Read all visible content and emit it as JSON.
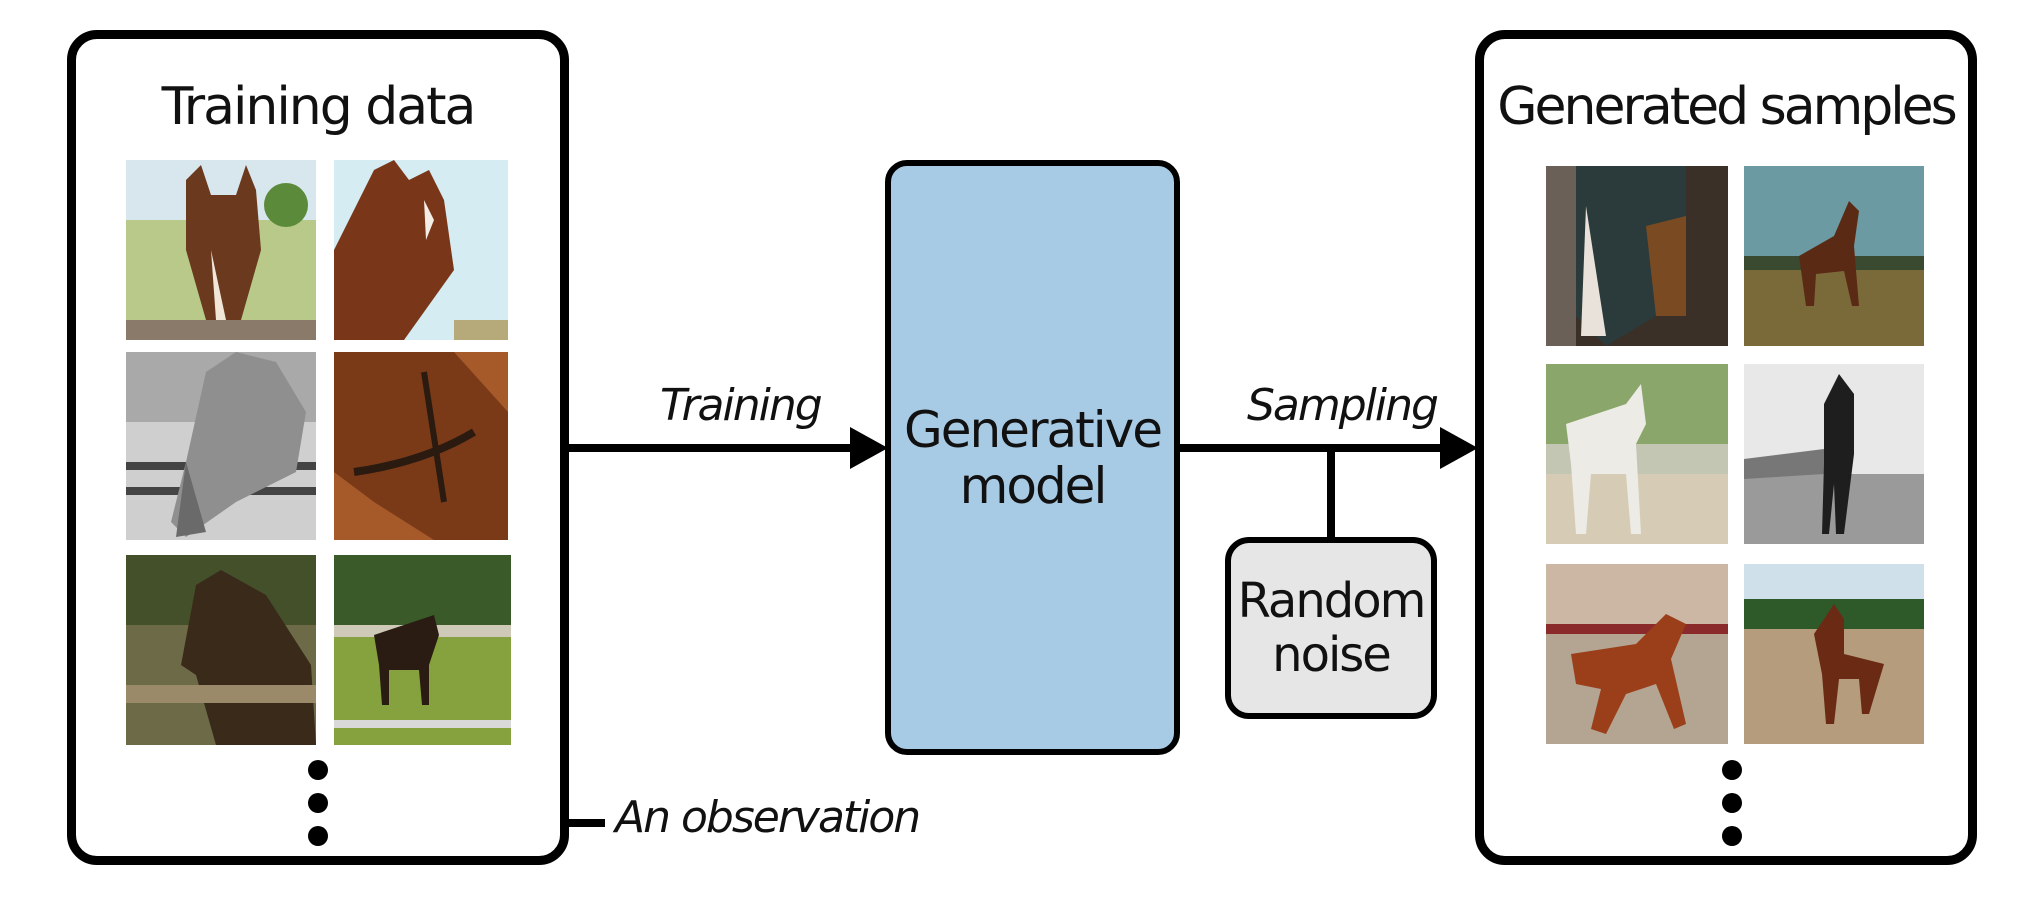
{
  "training": {
    "title": "Training data"
  },
  "generated": {
    "title": "Generated samples"
  },
  "model": {
    "line1": "Generative",
    "line2": "model"
  },
  "noise": {
    "line1": "Random",
    "line2": "noise"
  },
  "labels": {
    "training": "Training",
    "sampling": "Sampling",
    "observation": "An observation"
  },
  "colors": {
    "model_fill": "#a8cbe5",
    "noise_fill": "#e6e6e6",
    "stroke": "#000000"
  }
}
